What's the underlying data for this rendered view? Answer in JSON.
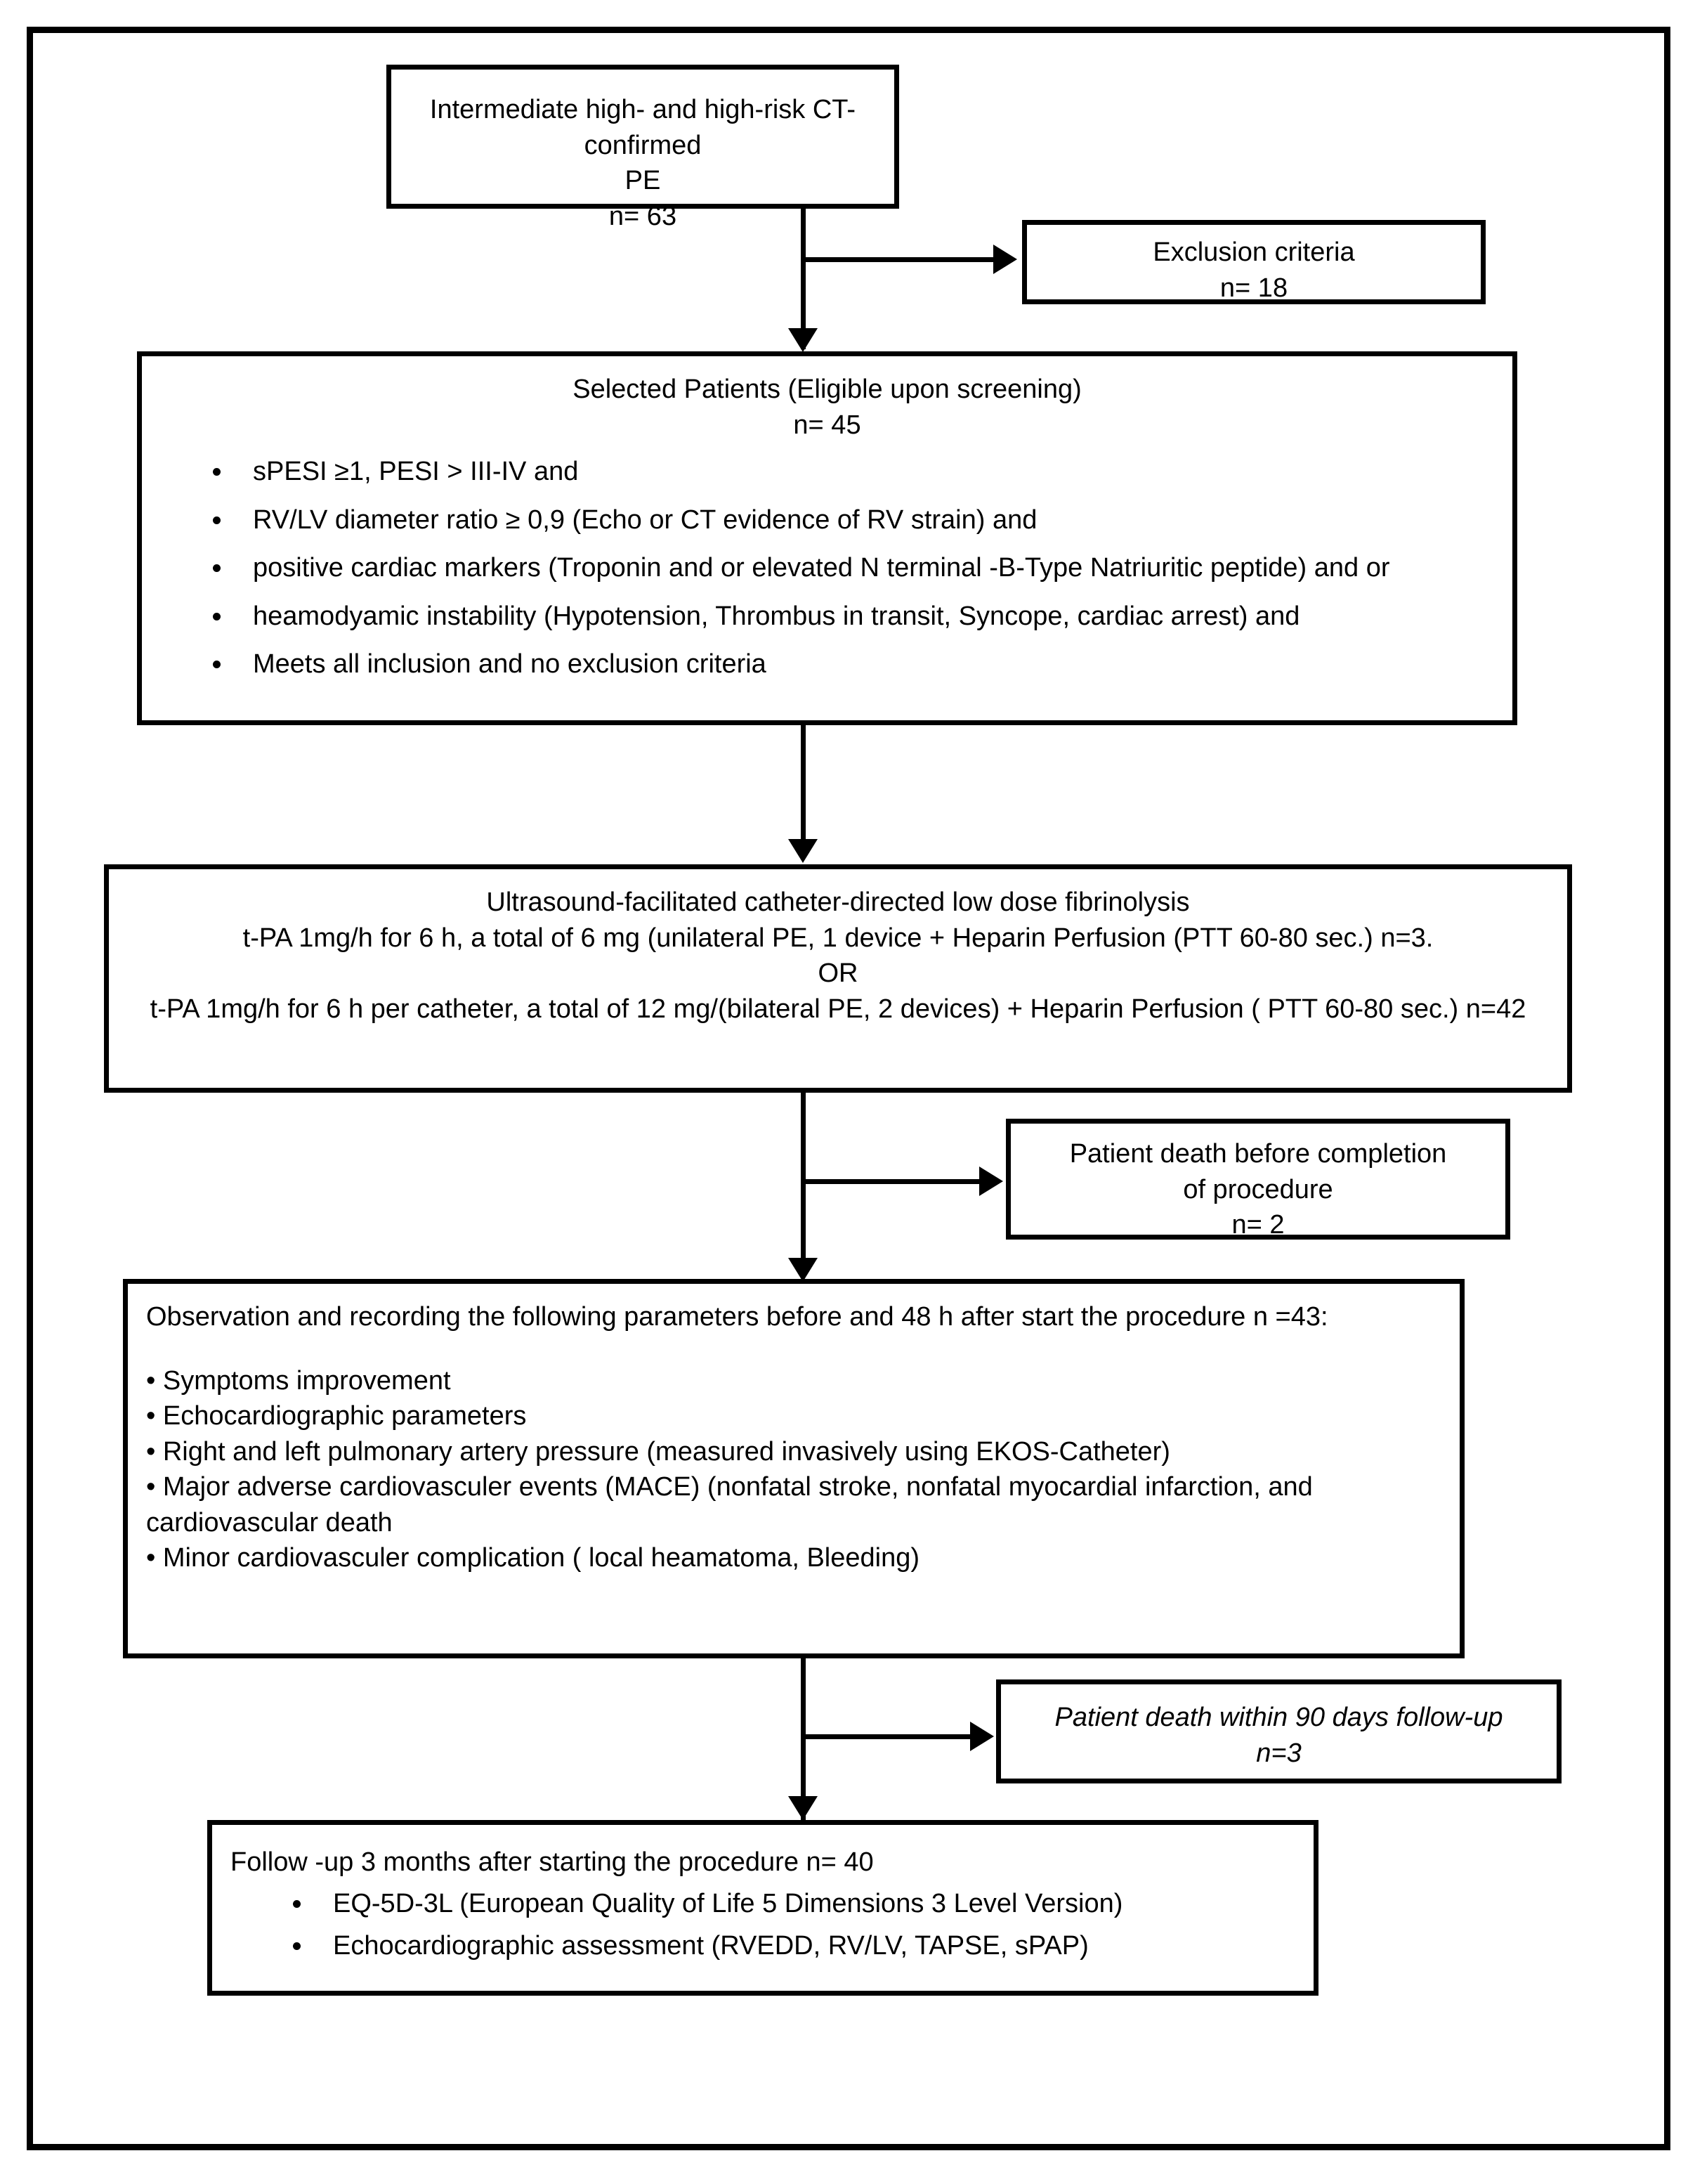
{
  "diagram": {
    "title": "Study flow diagram for ultrasound-facilitated catheter-directed low dose fibrinolysis in intermediate high- and high-risk pulmonary embolism",
    "type": "flowchart"
  },
  "boxes": {
    "enrollment": {
      "line1": "Intermediate high- and high-risk CT-confirmed",
      "line2": "PE",
      "line3": "n= 63"
    },
    "exclusion": {
      "line1": "Exclusion criteria",
      "line2": "n= 18"
    },
    "selected": {
      "line1": "Selected Patients (Eligible upon screening)",
      "line2": "n= 45",
      "bullets": [
        "sPESI ≥1, PESI > III-IV and",
        "RV/LV diameter ratio ≥ 0,9 (Echo or CT evidence of RV strain) and",
        "positive cardiac markers (Troponin and or elevated N terminal -B-Type Natriuritic peptide) and or",
        "heamodyamic instability (Hypotension, Thrombus in transit, Syncope, cardiac arrest) and",
        "Meets all inclusion and no exclusion criteria"
      ]
    },
    "fibrinolysis": {
      "line1": "Ultrasound-facilitated catheter-directed low dose fibrinolysis",
      "line2": "t-PA 1mg/h for 6 h, a total of 6 mg (unilateral PE, 1 device + Heparin Perfusion (PTT 60-80 sec.) n=3.",
      "line3": "OR",
      "line4": "t-PA 1mg/h for 6 h per catheter, a total of 12 mg/(bilateral PE, 2 devices) + Heparin Perfusion ( PTT 60-80 sec.) n=42"
    },
    "death_before": {
      "line1": "Patient death before completion",
      "line2": "of procedure",
      "line3": "n= 2"
    },
    "observation": {
      "heading": "Observation and recording the following parameters before and 48 h after start the procedure n =43:",
      "bullets": [
        "• Symptoms improvement",
        "• Echocardiographic parameters",
        "• Right and left pulmonary artery pressure (measured invasively using EKOS-Catheter)",
        "• Major adverse cardiovasculer events (MACE) (nonfatal stroke, nonfatal myocardial infarction, and cardiovascular death",
        "• Minor cardiovasculer complication ( local heamatoma, Bleeding)"
      ]
    },
    "death_90days": {
      "line1": "Patient death within 90 days follow-up",
      "line2": "n=3"
    },
    "followup": {
      "heading": "Follow -up 3 months after starting the procedure n= 40",
      "bullets": [
        "EQ-5D-3L (European Quality of Life 5 Dimensions 3 Level Version)",
        "Echocardiographic assessment (RVEDD, RV/LV, TAPSE, sPAP)"
      ]
    }
  },
  "colors": {
    "stroke": "#000000",
    "background": "#ffffff"
  }
}
